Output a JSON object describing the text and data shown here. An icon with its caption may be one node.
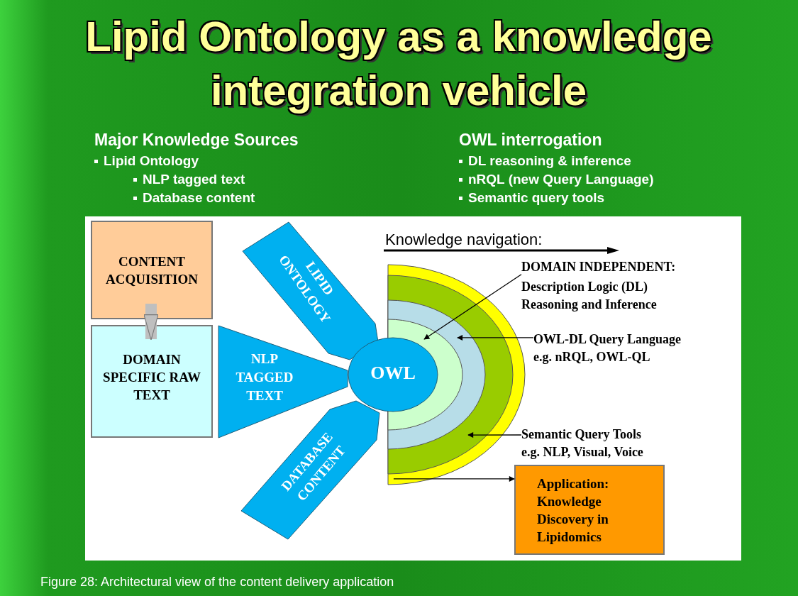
{
  "diagram": {
    "title": "Lipid Ontology as a knowledge integration vehicle",
    "caption": "Figure 28: Architectural view of the content delivery application",
    "nodes": [
      {
        "text": [
          "CONTENT ACQUISITION"
        ]
      },
      {
        "text": [
          "DOMAIN SPECIFIC RAW TEXT"
        ]
      },
      {
        "text": [
          "LIPID ONTOLOGY"
        ]
      },
      {
        "text": [
          "NLP TAGGED TEXT"
        ]
      },
      {
        "text": [
          "DATABASE CONTENT"
        ]
      },
      {
        "text": [
          "OWL"
        ]
      },
      {
        "text": [],
        "shape": "arc",
        "in": 7
      },
      {
        "text": [],
        "shape": "arc",
        "in": 8
      },
      {
        "text": [],
        "shape": "arc",
        "in": 9
      },
      {
        "text": [],
        "shape": "arc"
      },
      {
        "text": [
          "DOMAIN INDEPENDENT:",
          "Description Logic (DL) Reasoning and Inference"
        ]
      },
      {
        "text": [
          "OWL-DL Query Language",
          "e.g. nRQL, OWL-QL"
        ]
      },
      {
        "text": [
          "Semantic Query Tools",
          "e.g. NLP, Visual, Voice"
        ]
      },
      {
        "text": [
          "Application: Knowledge Discovery in Lipidomics"
        ]
      }
    ],
    "edges": [
      {
        "from": 0,
        "to": 1,
        "arrow": "to",
        "style": "thick",
        "color": "#bfbfbf"
      },
      {
        "from": 10,
        "to": 6,
        "arrow": "to"
      },
      {
        "from": 11,
        "to": 7,
        "arrow": "to"
      },
      {
        "from": 12,
        "to": 8,
        "arrow": "to"
      },
      {
        "from": 9,
        "to": 13,
        "arrow": "to"
      }
    ],
    "labels": [
      "Major Knowledge Sources",
      "Lipid Ontology",
      "NLP tagged text",
      "Database content",
      "OWL interrogation",
      "DL reasoning & inference",
      "nRQL (new Query Language)",
      "Semantic query tools",
      "Knowledge navigation:"
    ]
  }
}
